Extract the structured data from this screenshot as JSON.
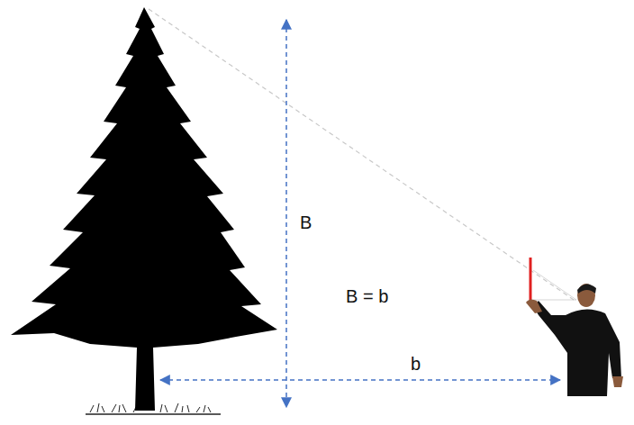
{
  "diagram": {
    "labels": [
      "B",
      "B = b",
      "b"
    ]
  }
}
